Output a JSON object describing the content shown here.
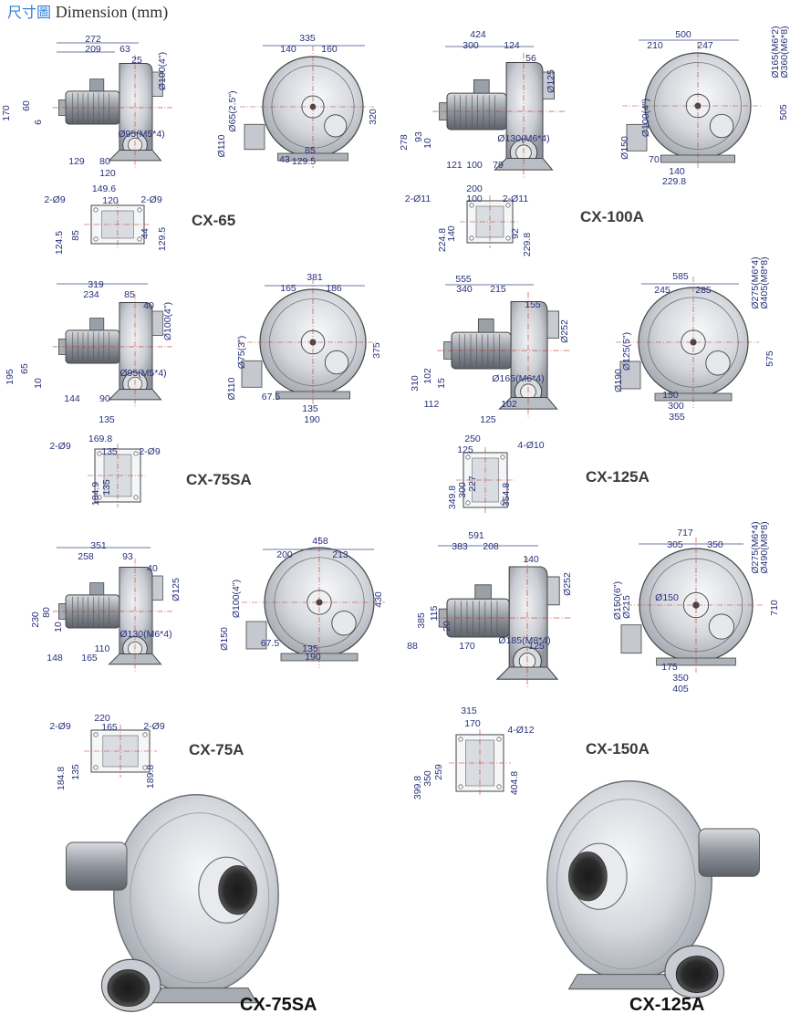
{
  "title": {
    "chinese": "尺寸圖",
    "english": "Dimension (mm)"
  },
  "models": [
    "CX-65",
    "CX-100A",
    "CX-75SA",
    "CX-125A",
    "CX-75A",
    "CX-150A"
  ],
  "photo_labels": [
    "CX-75SA",
    "CX-125A"
  ],
  "dims": {
    "cx65_side": [
      "272",
      "209",
      "63",
      "25",
      "Ø100(4\")",
      "170",
      "60",
      "6",
      "Ø95(M5*4)",
      "129",
      "80",
      "120"
    ],
    "cx65_front": [
      "335",
      "140",
      "160",
      "Ø65(2.5\")",
      "Ø110",
      "320",
      "43",
      "85",
      "129.5"
    ],
    "cx65_base": [
      "149.6",
      "120",
      "2-Ø9",
      "2-Ø9",
      "124.5",
      "85",
      "44",
      "129.5"
    ],
    "cx100_side": [
      "424",
      "300",
      "124",
      "56",
      "Ø125",
      "278",
      "93",
      "10",
      "Ø130(M6*4)",
      "121",
      "100",
      "79"
    ],
    "cx100_front": [
      "500",
      "210",
      "247",
      "Ø165(M6*2)",
      "Ø360(M6*8)",
      "505",
      "Ø100(4\")",
      "Ø150",
      "70",
      "140",
      "229.8"
    ],
    "cx100_base": [
      "200",
      "100",
      "2-Ø11",
      "2-Ø11",
      "224.8",
      "140",
      "92",
      "229.8"
    ],
    "cx75sa_side": [
      "319",
      "234",
      "85",
      "40",
      "Ø100(4\")",
      "195",
      "65",
      "10",
      "Ø95(M5*4)",
      "144",
      "90",
      "135"
    ],
    "cx75sa_front": [
      "381",
      "165",
      "186",
      "Ø75(3\")",
      "Ø110",
      "375",
      "67.5",
      "135",
      "190"
    ],
    "cx75sa_base": [
      "169.8",
      "135",
      "2-Ø9",
      "2-Ø9",
      "184.9",
      "135"
    ],
    "cx125_side": [
      "555",
      "340",
      "215",
      "155",
      "Ø252",
      "310",
      "102",
      "15",
      "Ø165(M6*4)",
      "112",
      "102",
      "125"
    ],
    "cx125_front": [
      "585",
      "245",
      "285",
      "Ø275(M6*4)",
      "Ø405(M8*8)",
      "575",
      "Ø125(5\")",
      "Ø190",
      "150",
      "300",
      "355"
    ],
    "cx125_base": [
      "250",
      "125",
      "4-Ø10",
      "349.8",
      "300",
      "227",
      "354.8"
    ],
    "cx75a_side": [
      "351",
      "258",
      "93",
      "40",
      "Ø125",
      "230",
      "80",
      "10",
      "Ø130(M6*4)",
      "110",
      "148",
      "165"
    ],
    "cx75a_front": [
      "458",
      "200",
      "213",
      "Ø100(4\")",
      "Ø150",
      "430",
      "67.5",
      "135",
      "190"
    ],
    "cx75a_base": [
      "220",
      "165",
      "2-Ø9",
      "2-Ø9",
      "184.8",
      "135",
      "189.8"
    ],
    "cx150_side": [
      "591",
      "383",
      "208",
      "140",
      "Ø252",
      "385",
      "115",
      "20",
      "Ø185(M8*4)",
      "88",
      "170",
      "125"
    ],
    "cx150_front": [
      "717",
      "305",
      "350",
      "Ø275(M6*4)",
      "Ø490(M8*8)",
      "710",
      "Ø150(6\")",
      "Ø215",
      "Ø150",
      "175",
      "350",
      "405"
    ],
    "cx150_base": [
      "315",
      "170",
      "4-Ø12",
      "399.8",
      "350",
      "259",
      "404.8"
    ]
  },
  "colors": {
    "title_cn": "#2f7fd9",
    "dimension_text": "#27307a",
    "center_line": "#c0392b"
  }
}
